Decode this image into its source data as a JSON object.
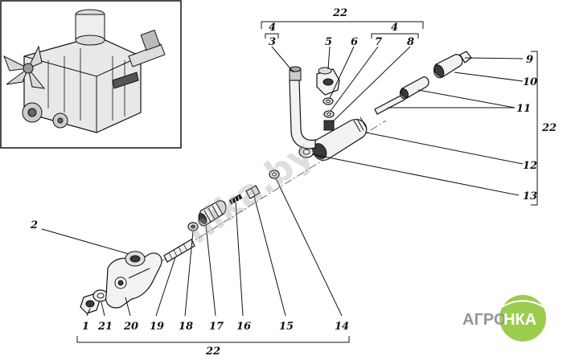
{
  "diagram": {
    "labels": [
      "1",
      "2",
      "3",
      "4",
      "5",
      "6",
      "7",
      "8",
      "9",
      "10",
      "11",
      "12",
      "13",
      "14",
      "15",
      "16",
      "17",
      "18",
      "19",
      "20",
      "21",
      "22"
    ],
    "group_labels": {
      "top_total": "22",
      "top_left": "4",
      "top_right": "4",
      "right_total": "22",
      "bottom_total": "22"
    },
    "watermark": "nika.by",
    "logo": {
      "left": "АГРО",
      "right": "НКА"
    },
    "colors": {
      "ink": "#111111",
      "logo_green": "#9ccc4e",
      "logo_gray": "#8f979e"
    }
  }
}
